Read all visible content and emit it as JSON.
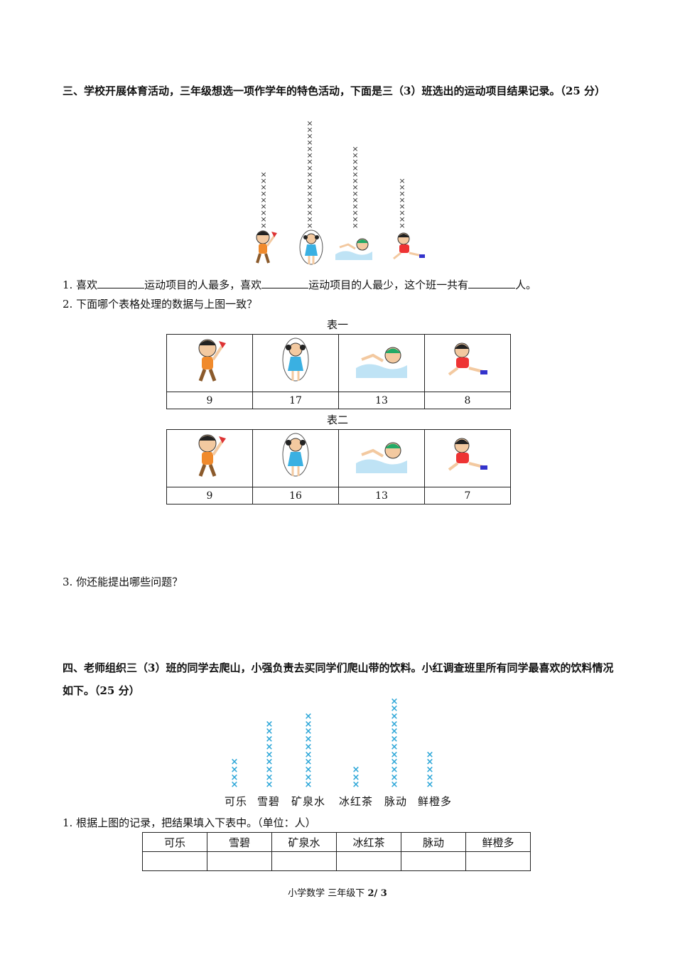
{
  "section3": {
    "heading": "三、学校开展体育活动，三年级想选一项作学年的特色活动，下面是三（3）班选出的运动项目结果记录。（25 分）",
    "tally_counts": [
      9,
      17,
      13,
      8
    ],
    "q1": {
      "part1": "1. 喜欢",
      "part2": "运动项目的人最多，喜欢",
      "part3": "运动项目的人最少，这个班一共有",
      "part4": "人。"
    },
    "q2": "2. 下面哪个表格处理的数据与上图一致？",
    "table1": {
      "caption": "表一",
      "values": [
        "9",
        "17",
        "13",
        "8"
      ]
    },
    "table2": {
      "caption": "表二",
      "values": [
        "9",
        "16",
        "13",
        "7"
      ]
    },
    "q3": "3. 你还能提出哪些问题？"
  },
  "section4": {
    "heading": "四、老师组织三（3）班的同学去爬山，小强负责去买同学们爬山带的饮料。小红调查班里所有同学最喜欢的饮料情况如下。（25 分）",
    "tally_counts": [
      4,
      9,
      10,
      3,
      12,
      5
    ],
    "labels": [
      "可乐",
      "雪碧",
      "矿泉水",
      "冰红茶",
      "脉动",
      "鲜橙多"
    ],
    "q1": "1. 根据上图的记录，把结果填入下表中。（单位：人）",
    "table_headers": [
      "可乐",
      "雪碧",
      "矿泉水",
      "冰红茶",
      "脉动",
      "鲜橙多"
    ]
  },
  "footer": {
    "subject": "小学数学  三年级下 ",
    "page": "2/ 3"
  },
  "colors": {
    "tally_blue": "#2ea7d8",
    "text": "#111111"
  },
  "icons": [
    "boy-waving-flag-icon",
    "girl-jumping-rope-icon",
    "swimmer-icon",
    "running-boy-icon"
  ]
}
